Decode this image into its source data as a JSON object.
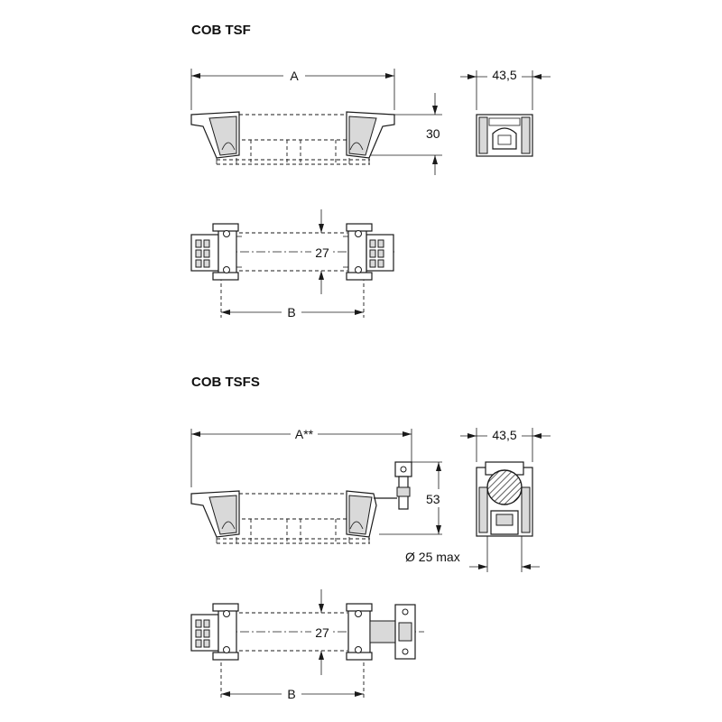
{
  "sections": {
    "tsf": {
      "title": "COB TSF",
      "dim_length": "A",
      "dim_width": "43,5",
      "dim_height": "30",
      "dim_spacing": "27",
      "dim_base": "B"
    },
    "tsfs": {
      "title": "COB TSFS",
      "dim_length": "A**",
      "dim_width": "43,5",
      "dim_height": "53",
      "dim_diameter": "Ø 25 max",
      "dim_spacing": "27",
      "dim_base": "B"
    }
  }
}
